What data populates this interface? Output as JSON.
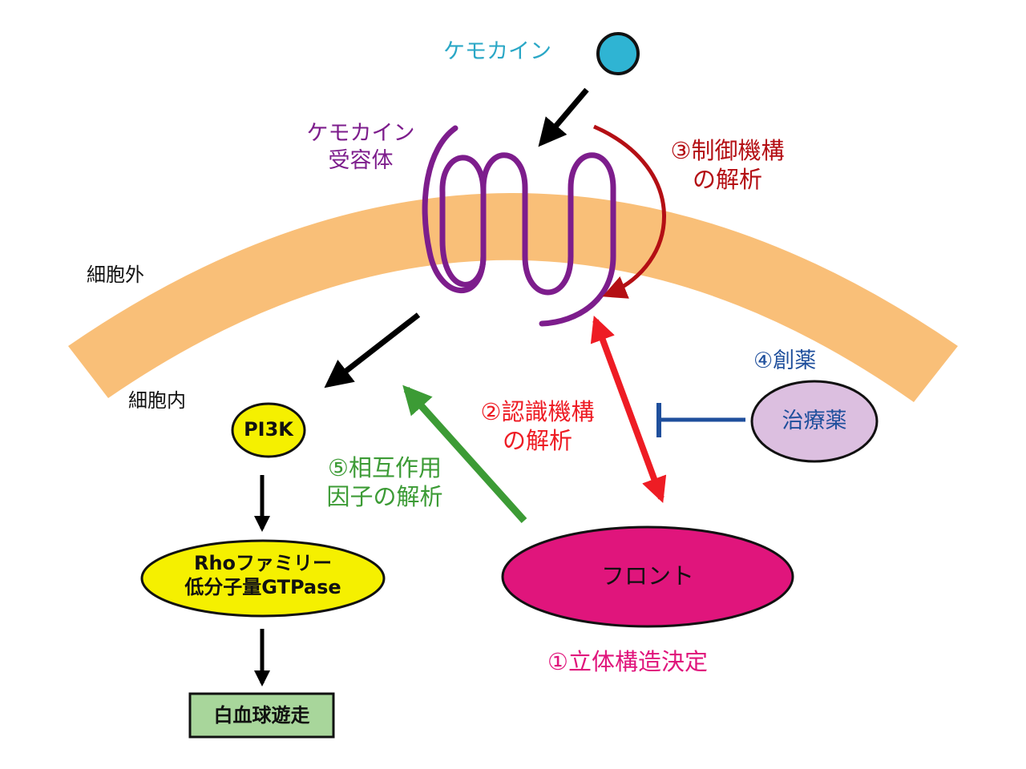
{
  "labels": {
    "chemokine": "ケモカイン",
    "receptor_line1": "ケモカイン",
    "receptor_line2": "受容体",
    "extracellular": "細胞外",
    "intracellular": "細胞内",
    "regulation_line1": "③制御機構",
    "regulation_line2": "の解析",
    "recognition_line1": "②認識機構",
    "recognition_line2": "の解析",
    "interaction_line1": "⑤相互作用",
    "interaction_line2": "因子の解析",
    "drug_discovery": "④創薬",
    "structure": "①立体構造決定"
  },
  "nodes": {
    "pi3k": "PI3K",
    "rho_line1": "Rhoファミリー",
    "rho_line2": "低分子量GTPase",
    "migration": "白血球遊走",
    "front": "フロント",
    "drug": "治療薬"
  },
  "colors": {
    "membrane": "#f9bf78",
    "chemokine_ball": "#2fb4d3",
    "receptor": "#7d1d8c",
    "regulation_arrow": "#b40f14",
    "recognition_arrow": "#ee1c24",
    "interaction_arrow": "#3c9b35",
    "inhibit": "#1f4f9c",
    "pi3k_fill": "#f5f000",
    "rho_fill": "#f5f000",
    "front_fill": "#e0157c",
    "drug_fill": "#dcbfe0",
    "migration_fill": "#a8d69b"
  }
}
